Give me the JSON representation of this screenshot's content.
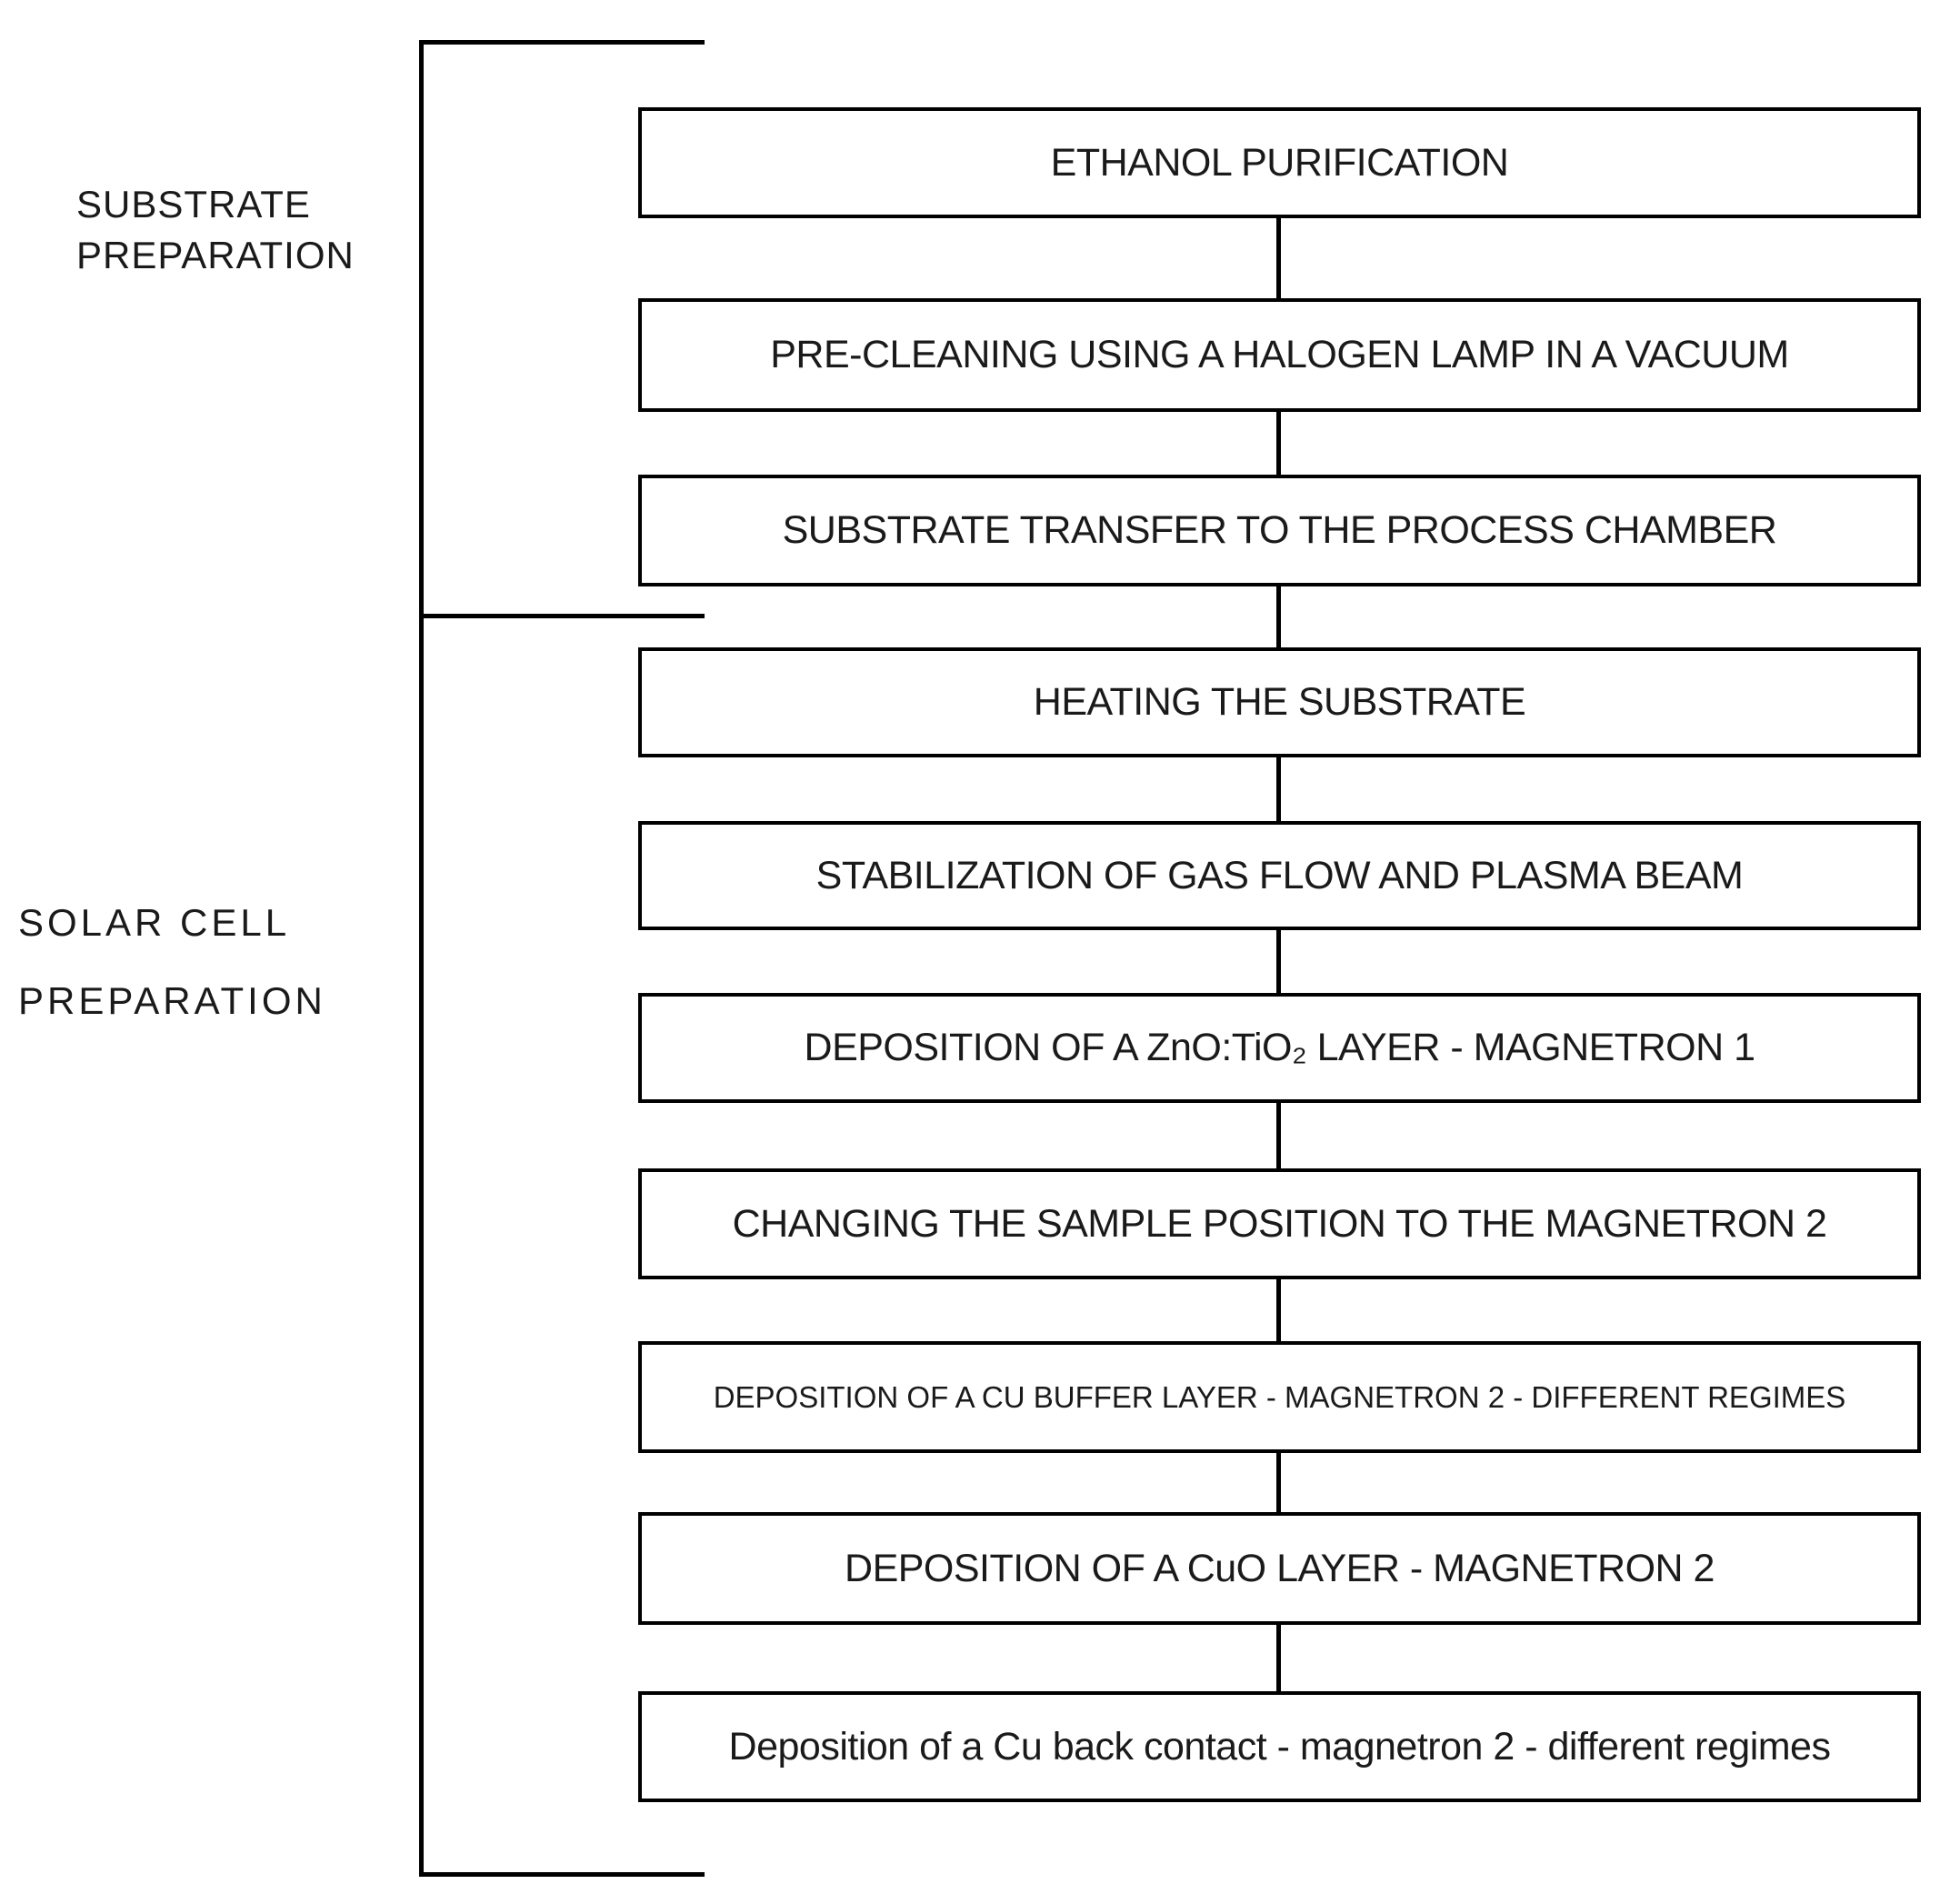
{
  "colors": {
    "line": "#000000",
    "text": "#1a1a1a",
    "background": "#ffffff"
  },
  "groups": [
    {
      "id": "substrate-preparation",
      "lines": [
        "SUBSTRATE",
        "PREPARATION"
      ]
    },
    {
      "id": "solar-cell-preparation",
      "lines": [
        "SOLAR CELL",
        "PREPARATION"
      ]
    }
  ],
  "steps": [
    {
      "label": "ETHANOL PURIFICATION",
      "group": "substrate-preparation"
    },
    {
      "label": "PRE-CLEANING USING A HALOGEN LAMP IN A VACUUM",
      "group": "substrate-preparation"
    },
    {
      "label": "SUBSTRATE TRANSFER TO THE PROCESS CHAMBER",
      "group": "substrate-preparation"
    },
    {
      "label": "HEATING THE SUBSTRATE",
      "group": "solar-cell-preparation"
    },
    {
      "label": "STABILIZATION OF GAS FLOW AND PLASMA BEAM",
      "group": "solar-cell-preparation"
    },
    {
      "label": "DEPOSITION OF A ZnO:TiO₂ LAYER - MAGNETRON 1",
      "group": "solar-cell-preparation"
    },
    {
      "label": "CHANGING THE SAMPLE POSITION TO THE MAGNETRON 2",
      "group": "solar-cell-preparation"
    },
    {
      "label": "DEPOSITION OF A CU BUFFER LAYER - MAGNETRON 2 - DIFFERENT REGIMES",
      "group": "solar-cell-preparation"
    },
    {
      "label": "DEPOSITION OF A CuO LAYER - MAGNETRON 2",
      "group": "solar-cell-preparation"
    },
    {
      "label": "Deposition of a Cu back contact - magnetron 2 - different regimes",
      "group": "solar-cell-preparation"
    }
  ]
}
